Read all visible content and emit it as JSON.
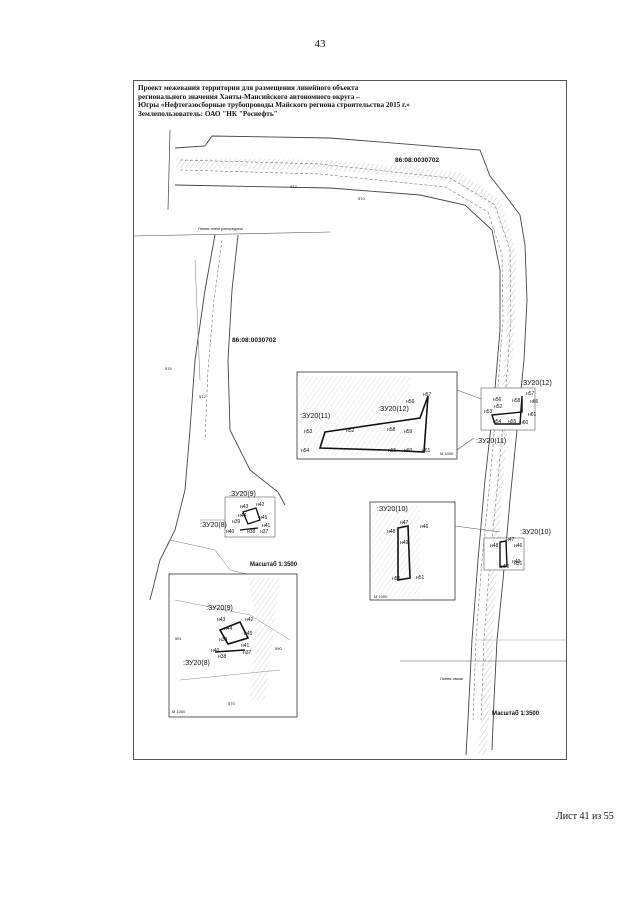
{
  "page_number": "43",
  "sheet": "Лист 41 из 55",
  "title": {
    "line1": "Проект межевания территории для размещения линейного объекта",
    "line2": "регионального значения Ханты-Мансийского автономного округа –",
    "line3": "Югры «Нефтегазосборные трубопроводы Майского региона строительства 2015 г.»",
    "line4": "Землепользователь: ОАО \"НК \"Роснефть\""
  },
  "map": {
    "cadastral_main": "86:08:0030702",
    "cadastral_block": "86:08:0030702",
    "scale_label": "Масштаб 1:3500",
    "inset_scale": "М 1000",
    "plots": {
      "zu12": ":ЗУ20(12)",
      "zu11": ":ЗУ20(11)",
      "zu10": ":ЗУ20(10)",
      "zu9": ":ЗУ20(9)",
      "zu8": ":ЗУ20(8)"
    },
    "labels": {
      "road1": "Линия электропередачи",
      "road2": "Линия связи",
      "n512": "512",
      "n570": "570",
      "n576": "576",
      "n590": "590",
      "n594": "594",
      "n591": "591"
    },
    "points_top_inset": [
      "н56",
      "н57",
      "н52",
      "н58",
      "н59",
      "н53",
      "н55",
      "н54",
      "н60",
      "н61"
    ],
    "points_top_main": [
      "н56",
      "н57",
      "н52",
      "н58",
      "н66",
      "н53",
      "н61",
      "н54",
      "н55",
      "н60"
    ],
    "points_mid_inset": [
      "н47",
      "н46",
      "н48",
      "н49",
      "н50",
      "н51"
    ],
    "points_mid_main": [
      "н47",
      "н48",
      "н46",
      "н49",
      "н50",
      "н51"
    ],
    "points_left_inset": [
      "н43",
      "н42",
      "н44",
      "н45",
      "н39",
      "н41",
      "н40",
      "н38",
      "н37"
    ],
    "points_left_main": [
      "н43",
      "н42",
      "н44",
      "н45",
      "н39",
      "н41",
      "н40",
      "н38",
      "н37"
    ]
  }
}
